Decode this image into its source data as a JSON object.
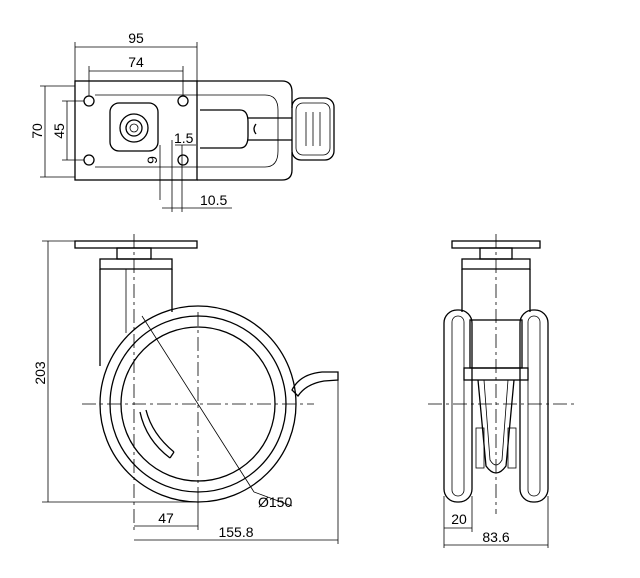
{
  "dimensions": {
    "top_width_95": "95",
    "top_bolt_74": "74",
    "top_height_70": "70",
    "top_bolt_45": "45",
    "top_1_5": "1.5",
    "top_9": "9",
    "top_10_5": "10.5",
    "side_height_203": "203",
    "side_offset_47": "47",
    "side_length_155_8": "155.8",
    "side_diameter_150": "Ø150",
    "front_width_20": "20",
    "front_width_83_6": "83.6"
  },
  "colors": {
    "line": "#000000",
    "background": "#ffffff"
  }
}
